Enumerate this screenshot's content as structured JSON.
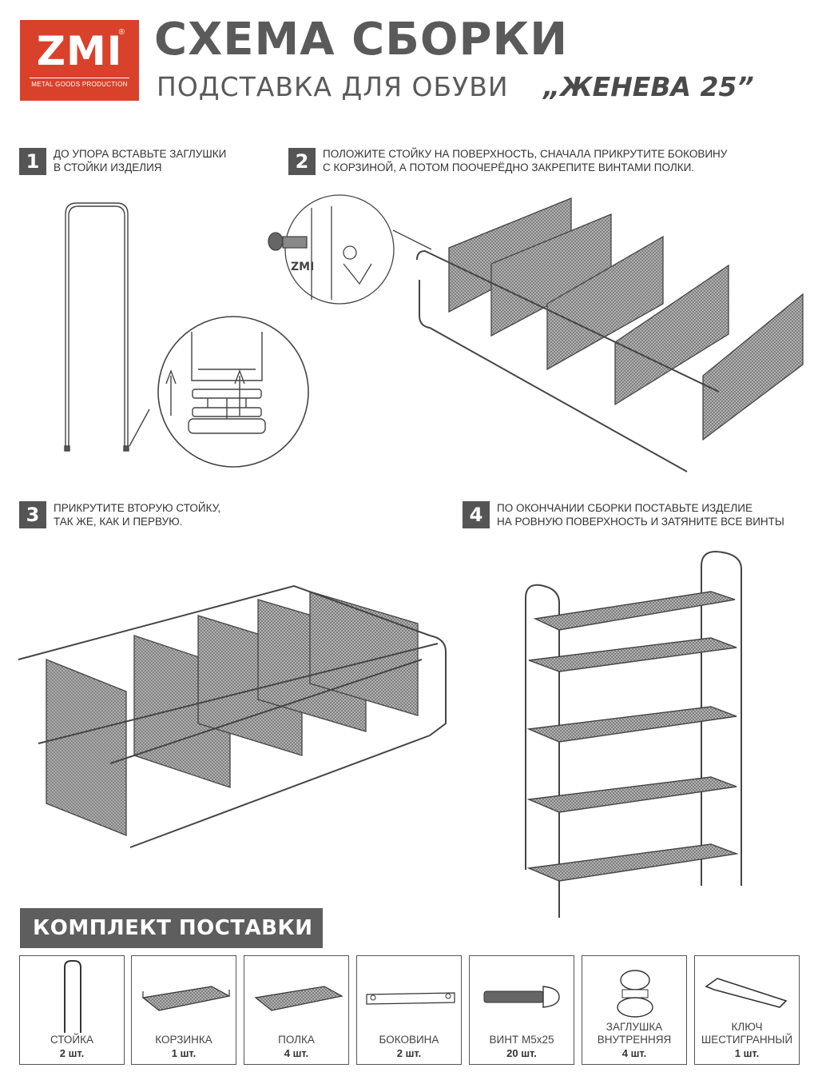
{
  "header": {
    "logo_mark": "ZMI",
    "logo_reg": "®",
    "logo_sub": "METAL GOODS PRODUCTION",
    "title": "СХЕМА СБОРКИ",
    "subtitle": "ПОДСТАВКА ДЛЯ ОБУВИ",
    "model": "„ЖЕНЕВА 25”"
  },
  "steps": [
    {
      "num": "1",
      "line1": "ДО УПОРА ВСТАВЬТЕ ЗАГЛУШКИ",
      "line2": "В СТОЙКИ ИЗДЕЛИЯ"
    },
    {
      "num": "2",
      "line1": "ПОЛОЖИТЕ СТОЙКУ НА ПОВЕРХНОСТЬ, СНАЧАЛА ПРИКРУТИТЕ БОКОВИНУ",
      "line2": "С КОРЗИНОЙ, А ПОТОМ  ПООЧЕРЁДНО  ЗАКРЕПИТЕ ВИНТАМИ ПОЛКИ."
    },
    {
      "num": "3",
      "line1": "ПРИКРУТИТЕ ВТОРУЮ СТОЙКУ,",
      "line2": "ТАК ЖЕ, КАК И ПЕРВУЮ."
    },
    {
      "num": "4",
      "line1": "ПО ОКОНЧАНИИ СБОРКИ ПОСТАВЬТЕ ИЗДЕЛИЕ",
      "line2": "НА РОВНУЮ ПОВЕРХНОСТЬ И ЗАТЯНИТЕ ВСЕ ВИНТЫ"
    }
  ],
  "kit": {
    "title": "КОМПЛЕКТ ПОСТАВКИ",
    "items": [
      {
        "name": "СТОЙКА",
        "qty": "2 шт."
      },
      {
        "name": "КОРЗИНКА",
        "qty": "1 шт."
      },
      {
        "name": "ПОЛКА",
        "qty": "4 шт."
      },
      {
        "name": "БОКОВИНА",
        "qty": "2 шт."
      },
      {
        "name": "ВИНТ М5х25",
        "qty": "20 шт."
      },
      {
        "name": "ЗАГЛУШКА\nВНУТРЕННЯЯ",
        "qty": "4 шт."
      },
      {
        "name": "КЛЮЧ\nШЕСТИГРАННЫЙ",
        "qty": "1 шт."
      }
    ]
  },
  "detail_logo": "ZMI",
  "colors": {
    "brand": "#d9412b",
    "dark": "#555555",
    "mesh": "#8a8a8a"
  }
}
